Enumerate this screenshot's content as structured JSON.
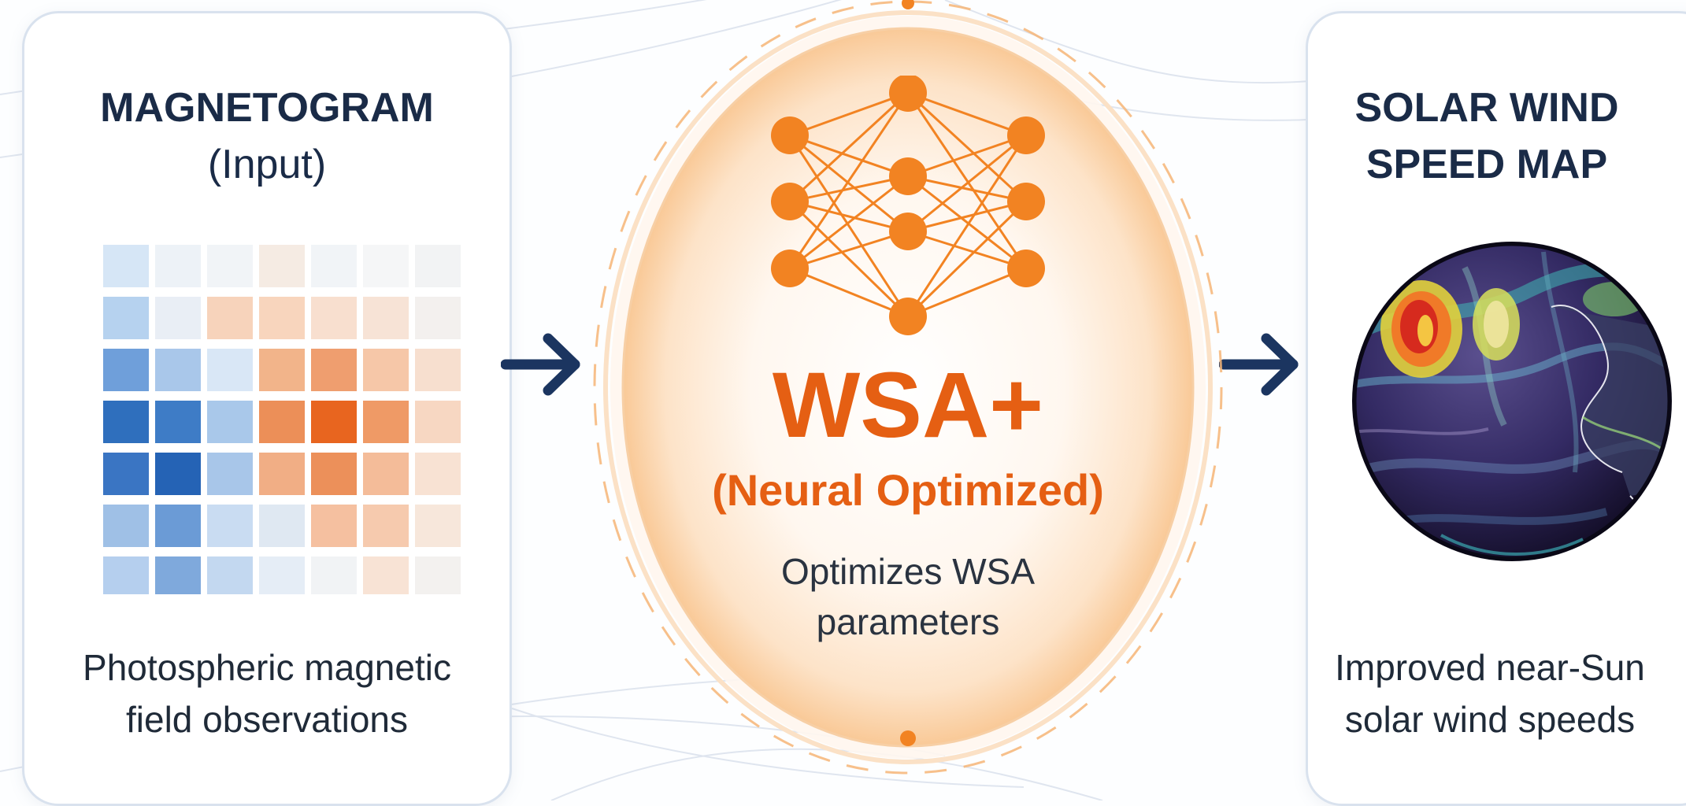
{
  "input_panel": {
    "title_line1": "MAGNETOGRAM",
    "title_line2": "(Input)",
    "description_line1": "Photospheric magnetic",
    "description_line2": "field observations",
    "grid": [
      [
        "#d6e6f6",
        "#edf2f7",
        "#f1f4f7",
        "#f5ebe3",
        "#f1f4f7",
        "#f5f6f7",
        "#f2f3f4"
      ],
      [
        "#b6d2ef",
        "#e9eef5",
        "#f7d3bb",
        "#f8d5bd",
        "#f8dfcf",
        "#f7e3d6",
        "#f3f0ee"
      ],
      [
        "#6f9fda",
        "#a9c7ea",
        "#d9e7f6",
        "#f2b48a",
        "#ef9e6f",
        "#f6c7a8",
        "#f7dfcf"
      ],
      [
        "#2f6fbd",
        "#3e7cc6",
        "#a9c8ea",
        "#ec8f58",
        "#e8651f",
        "#ef9a66",
        "#f7d7c2"
      ],
      [
        "#3a75c3",
        "#2563b5",
        "#a8c6e9",
        "#f1ae85",
        "#ec905a",
        "#f4bc99",
        "#f8e2d3"
      ],
      [
        "#9fc0e6",
        "#6b9bd6",
        "#c9dcf2",
        "#dfe8f2",
        "#f5c0a0",
        "#f6caae",
        "#f7e7db"
      ],
      [
        "#b5cfee",
        "#7fa9dc",
        "#c3d8f0",
        "#e5edf6",
        "#f1f3f5",
        "#f8e3d5",
        "#f3f1ef"
      ]
    ]
  },
  "model": {
    "title": "WSA+",
    "subtitle": "(Neural Optimized)",
    "description_line1": "Optimizes WSA",
    "description_line2": "parameters",
    "accent": "#e55f13",
    "node_color": "#f28322"
  },
  "output_panel": {
    "title_line1": "SOLAR WIND",
    "title_line2": "SPEED MAP",
    "description_line1": "Improved near-Sun",
    "description_line2": "solar wind speeds"
  },
  "flow_arrows": [
    "arrow-right-icon",
    "arrow-right-icon"
  ],
  "colors": {
    "title_navy": "#1a2b47",
    "arrow_navy": "#1b3560",
    "panel_border": "#d9e2ee",
    "globe_base": "#2a2350"
  }
}
